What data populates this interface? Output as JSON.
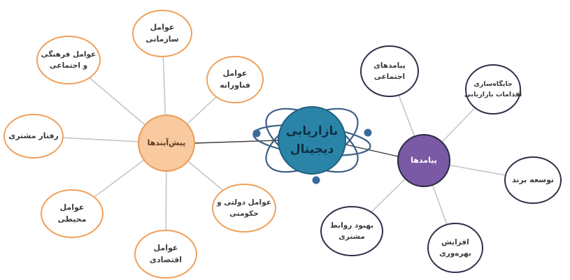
{
  "center": {
    "lines": [
      "بازاریابی",
      "دیجیتال"
    ],
    "fill": "#2a84a8",
    "text_color": "#0f2f45",
    "orbit_color": "#3e5f86",
    "dot_color": "#3a6a9c"
  },
  "hubs": {
    "antecedents": {
      "label": "پیش‌آیندها",
      "fill": "#f9c9a0",
      "stroke": "#ec9a55",
      "text_color": "#5a3a1e"
    },
    "consequences": {
      "label": "پیامدها",
      "fill": "#7a5aa4",
      "stroke": "#2a2a44",
      "text_color": "#ffffff"
    }
  },
  "colors": {
    "antecedent_node_stroke": "#f0a05a",
    "consequence_node_stroke": "#2e2e48",
    "connector": "#c6c6c6",
    "main_link": "#3a3a3a"
  },
  "antecedent_nodes": [
    {
      "id": "organizational",
      "lines": [
        "عوامل",
        "سازمانی"
      ]
    },
    {
      "id": "technological",
      "lines": [
        "عوامل",
        "فناورانه"
      ]
    },
    {
      "id": "cultural-social",
      "lines": [
        "عوامل فرهنگی",
        "و اجتماعی"
      ]
    },
    {
      "id": "customer-behavior",
      "lines": [
        "رفتار مشتری"
      ]
    },
    {
      "id": "environmental",
      "lines": [
        "عوامل",
        "محیطی"
      ]
    },
    {
      "id": "economic",
      "lines": [
        "عوامل",
        "اقتصادی"
      ]
    },
    {
      "id": "government",
      "lines": [
        "عوامل دولتی و",
        "حکومتی"
      ]
    }
  ],
  "consequence_nodes": [
    {
      "id": "social-consequences",
      "lines": [
        "پیامدهای",
        "اجتماعی"
      ]
    },
    {
      "id": "marketing-positioning",
      "lines": [
        "جایگاه‌سازی",
        "اقدامات بازاریابی"
      ]
    },
    {
      "id": "brand-development",
      "lines": [
        "توسعه برند"
      ]
    },
    {
      "id": "productivity",
      "lines": [
        "افزایش",
        "بهره‌وری"
      ]
    },
    {
      "id": "customer-relations",
      "lines": [
        "بهبود روابط",
        "مشتری"
      ]
    }
  ]
}
